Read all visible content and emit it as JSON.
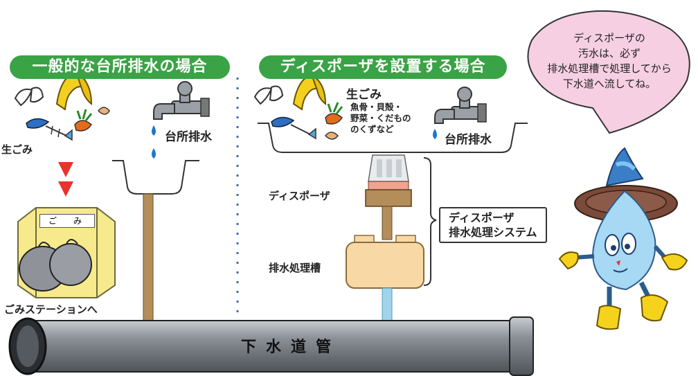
{
  "left_panel": {
    "title": "一般的な台所排水の場合",
    "food_waste": "生ごみ",
    "kitchen_drain": "台所排水",
    "garbage_sign": "ご　み",
    "to_station": "ごみステーションへ"
  },
  "right_panel": {
    "title": "ディスポーザを設置する場合",
    "food_waste": "生ごみ",
    "food_examples": [
      "魚骨・貝殻・",
      "野菜・くだもの",
      "のくずなど"
    ],
    "kitchen_drain": "台所排水",
    "disposer": "ディスポーザ",
    "tank": "排水処理槽",
    "system_label": [
      "ディスポーザ",
      "排水処理システム"
    ]
  },
  "mascot_speech": [
    "ディスポーザの",
    "汚水は、必ず",
    "排水処理槽で処理してから",
    "下水道へ流してね。"
  ],
  "sewer_pipe": "下水道管",
  "colors": {
    "title_green": "#3aa345",
    "arrow_red": "#e8322a",
    "tank_fill": "#f8d9a6",
    "water_blue": "#9fd4ea",
    "pipe_gray": "#8a9096",
    "bubble_pink": "#f6cfe3",
    "drop_blue": "#1e78c8"
  },
  "icons": [
    "fish-bone-icon",
    "banana-peel-icon",
    "eggshell-icon",
    "shell-icon",
    "faucet-icon",
    "water-drop-icon",
    "garbage-bag-icon"
  ]
}
